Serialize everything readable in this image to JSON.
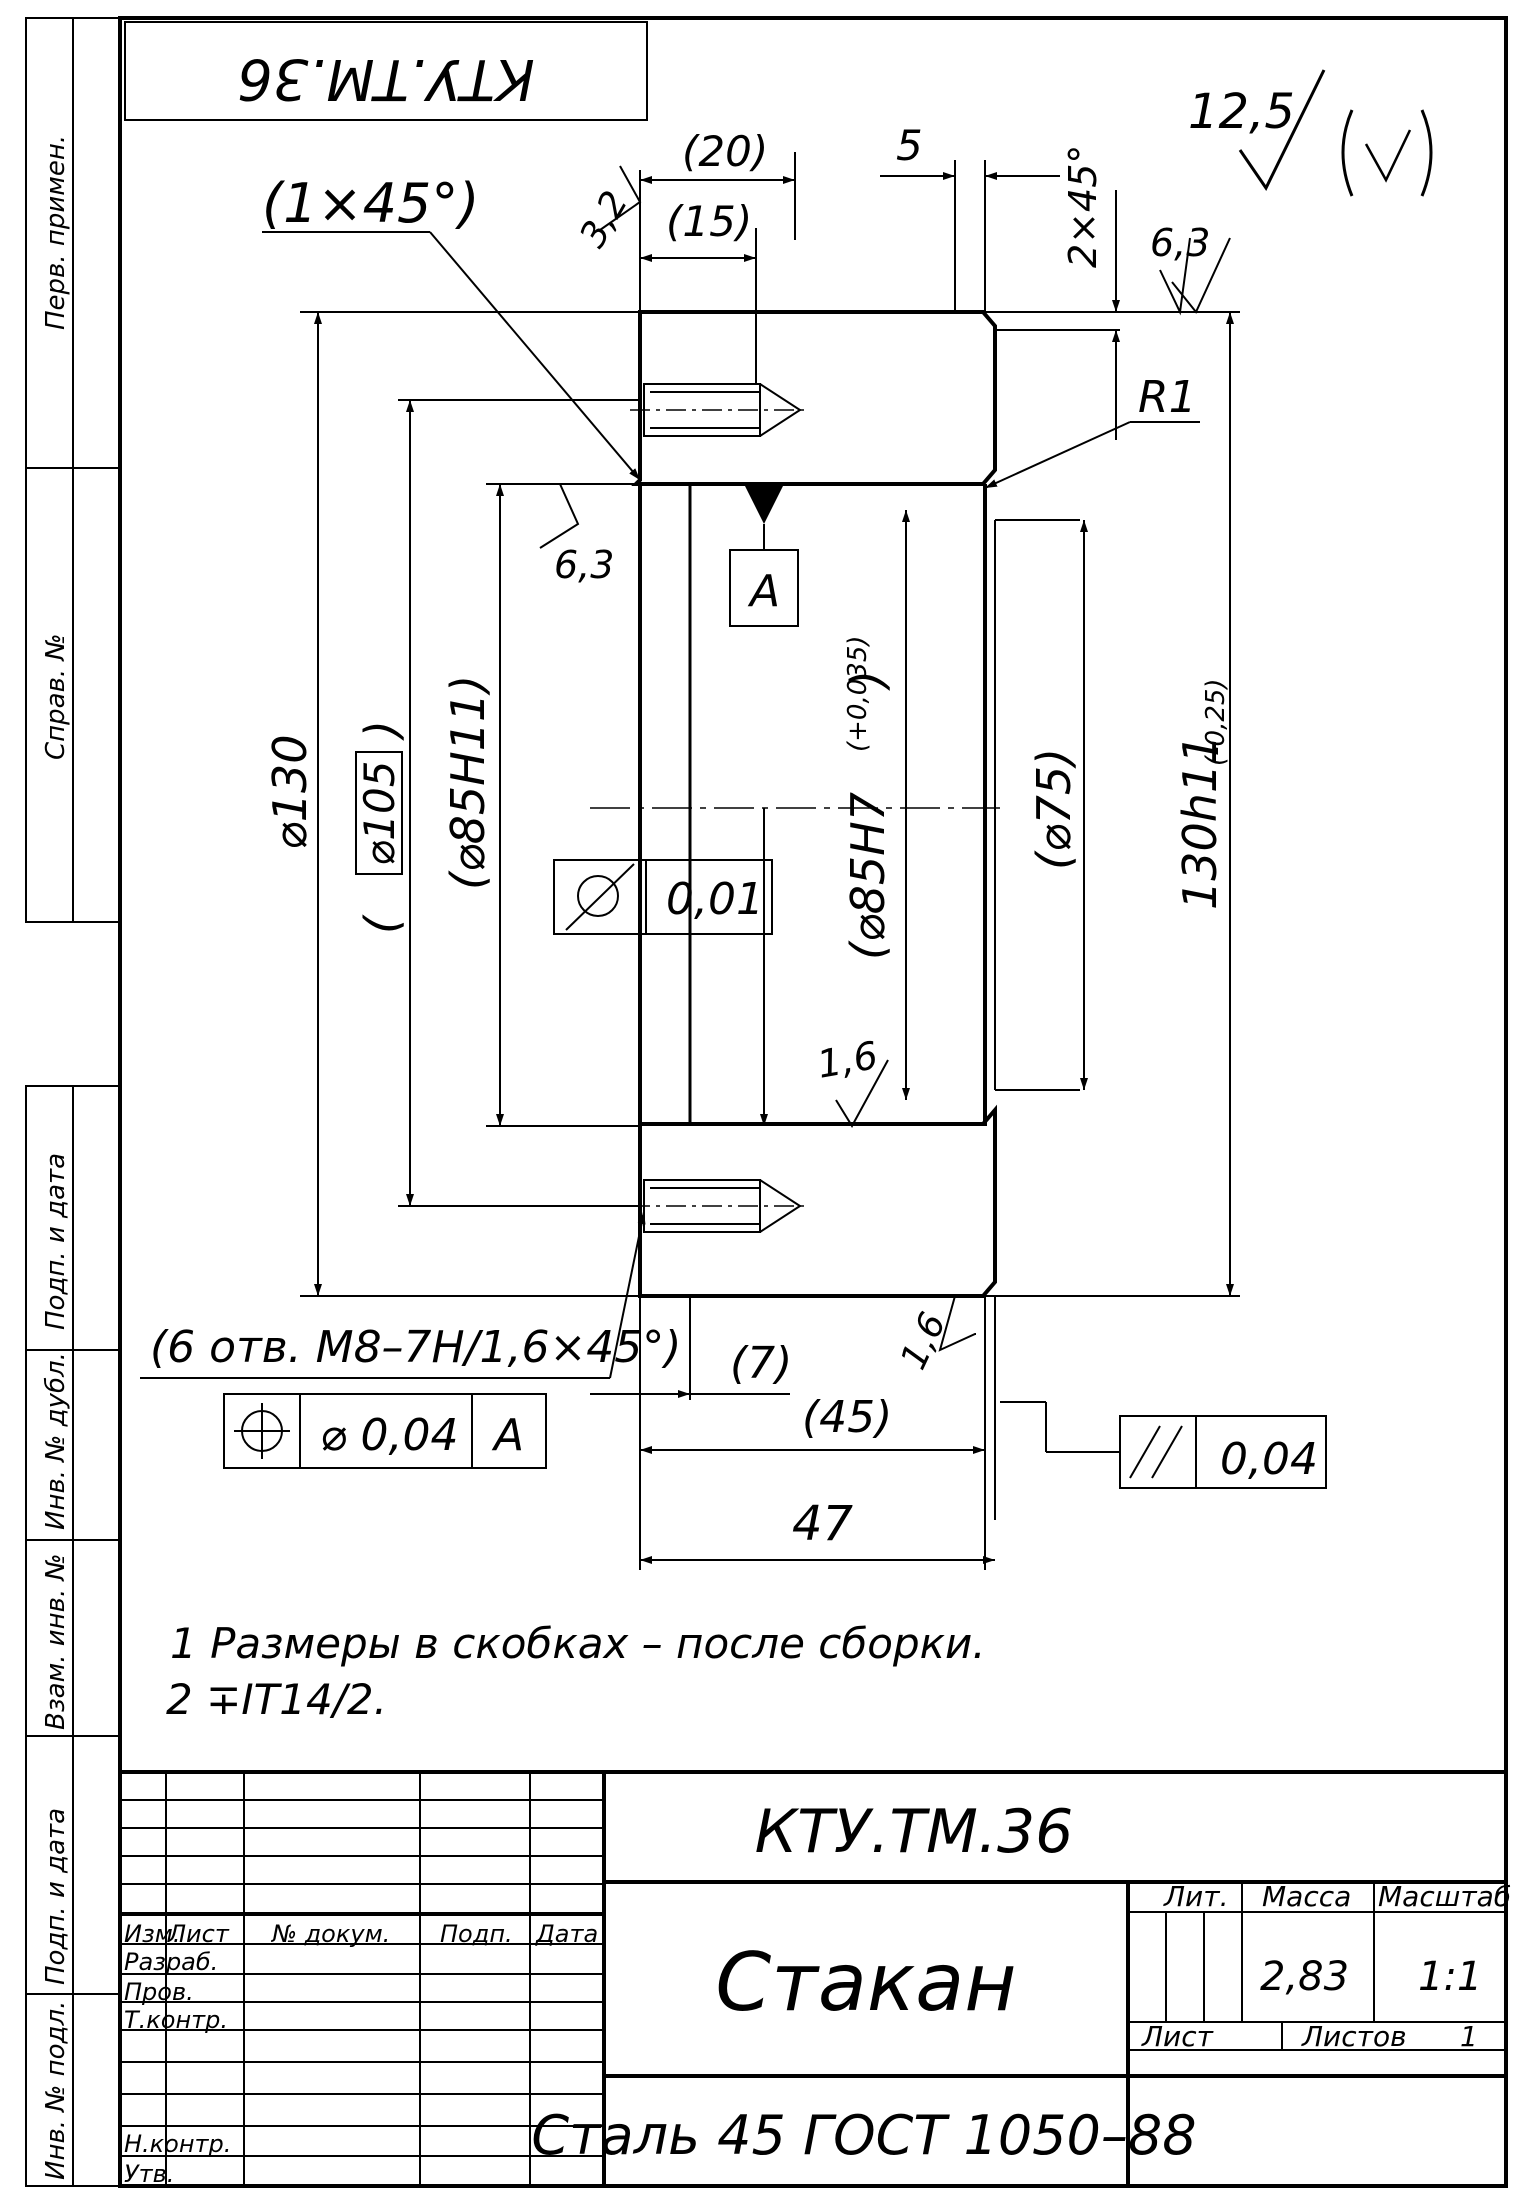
{
  "designation": "КТУ.ТМ.36",
  "roughness": {
    "general": "12,5",
    "top_right": "6,3",
    "bore_left": "6,3",
    "face_left": "3,2",
    "bore_bottom": "1,6",
    "face_bottom": "1,6"
  },
  "dims": {
    "d20": "(20)",
    "d15": "(15)",
    "d5": "5",
    "chamfer_2x45": "2×45°",
    "chamfer_1x45": "(1×45°)",
    "r1": "R1",
    "dia130": "⌀130",
    "dia105_open": "(",
    "dia105": "⌀105",
    "dia105_close": ")",
    "dia85h11": "(⌀85H11)",
    "dia85h7": "(⌀85H7",
    "dia85h7_tol": "(+0,035)",
    "dia85h7_close": ")",
    "dia75": "(⌀75)",
    "h130": "130h11",
    "h130_tol": "(-0,25)",
    "d7": "(7)",
    "d45": "(45)",
    "d47": "47"
  },
  "datum": "A",
  "runout": {
    "value": "0,01"
  },
  "holes": "(6 отв. M8–7H/1,6×45°)",
  "position_tol": {
    "value": "⌀ 0,04",
    "datum": "A"
  },
  "parallel_tol": {
    "value": "0,04"
  },
  "notes": [
    "1 Размеры в скобках – после сборки.",
    "2 ∓IT14/2."
  ],
  "side_labels": {
    "perv_primen": "Перв. примен.",
    "sprav_no": "Справ. №",
    "podp_data1": "Подп. и дата",
    "inv_dubl": "Инв. № дубл.",
    "vzam_inv": "Взам. инв. №",
    "podp_data2": "Подп. и дата",
    "inv_podl": "Инв. № подл."
  },
  "title_block": {
    "designation": "КТУ.ТМ.36",
    "name": "Стакан",
    "material": "Сталь 45  ГОСТ 1050–88",
    "lit_label": "Лит.",
    "mass_label": "Масса",
    "scale_label": "Масштаб",
    "mass": "2,83",
    "scale": "1:1",
    "sheet_label": "Лист",
    "sheets_label": "Листов",
    "sheets": "1",
    "cols": {
      "izm": "Изм.",
      "list": "Лист",
      "doc": "№ докум.",
      "podp": "Подп.",
      "data": "Дата"
    },
    "roles": {
      "razrab": "Разраб.",
      "prov": "Пров.",
      "tkontr": "Т.контр.",
      "nkontr": "Н.контр.",
      "utv": "Утв."
    }
  }
}
